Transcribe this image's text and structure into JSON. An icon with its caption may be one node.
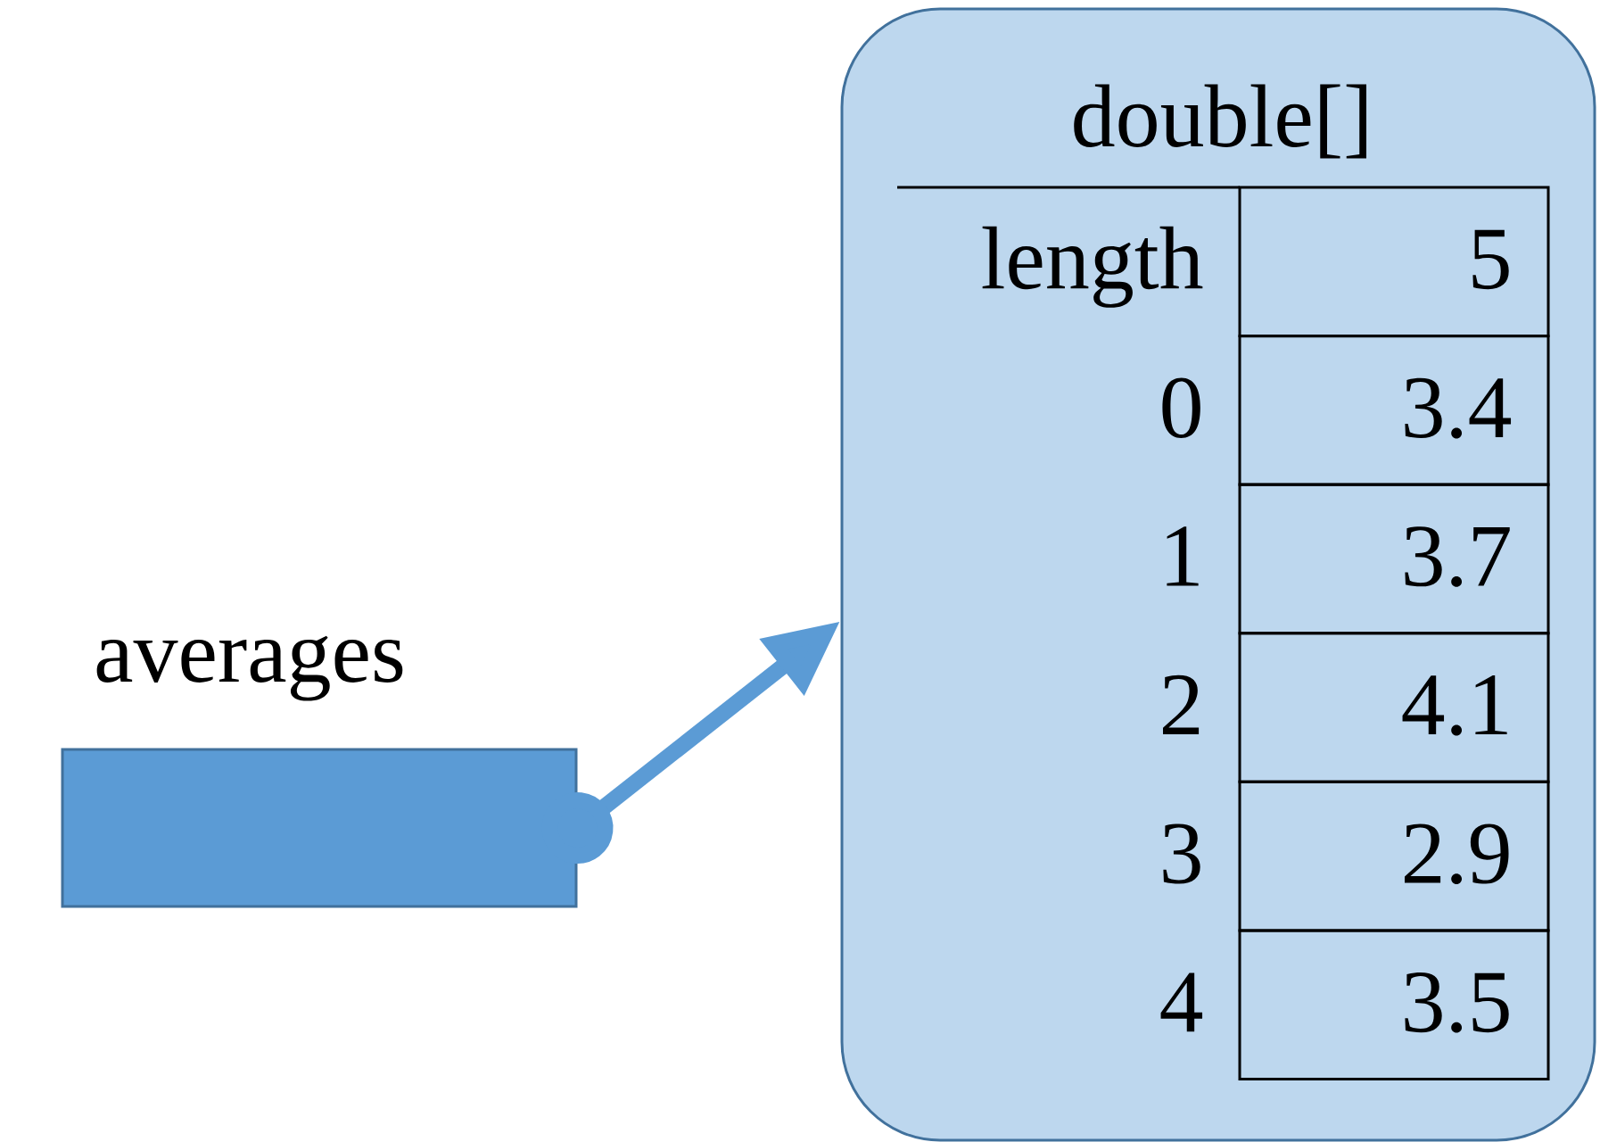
{
  "diagram": {
    "nodes": [
      {
        "text": [
          "averages"
        ]
      },
      {
        "text": [
          "double[]"
        ]
      },
      {
        "text": [
          "5"
        ],
        "beside": [
          "length"
        ],
        "in": 1
      },
      {
        "text": [
          "3.4"
        ],
        "beside": [
          "0"
        ],
        "in": 1
      },
      {
        "text": [
          "3.7"
        ],
        "beside": [
          "1"
        ],
        "in": 1
      },
      {
        "text": [
          "4.1"
        ],
        "beside": [
          "2"
        ],
        "in": 1
      },
      {
        "text": [
          "2.9"
        ],
        "beside": [
          "3"
        ],
        "in": 1
      },
      {
        "text": [
          "3.5"
        ],
        "beside": [
          "4"
        ],
        "in": 1
      }
    ],
    "edges": [
      {
        "from": 0,
        "to": 1,
        "arrow": "to"
      }
    ]
  }
}
